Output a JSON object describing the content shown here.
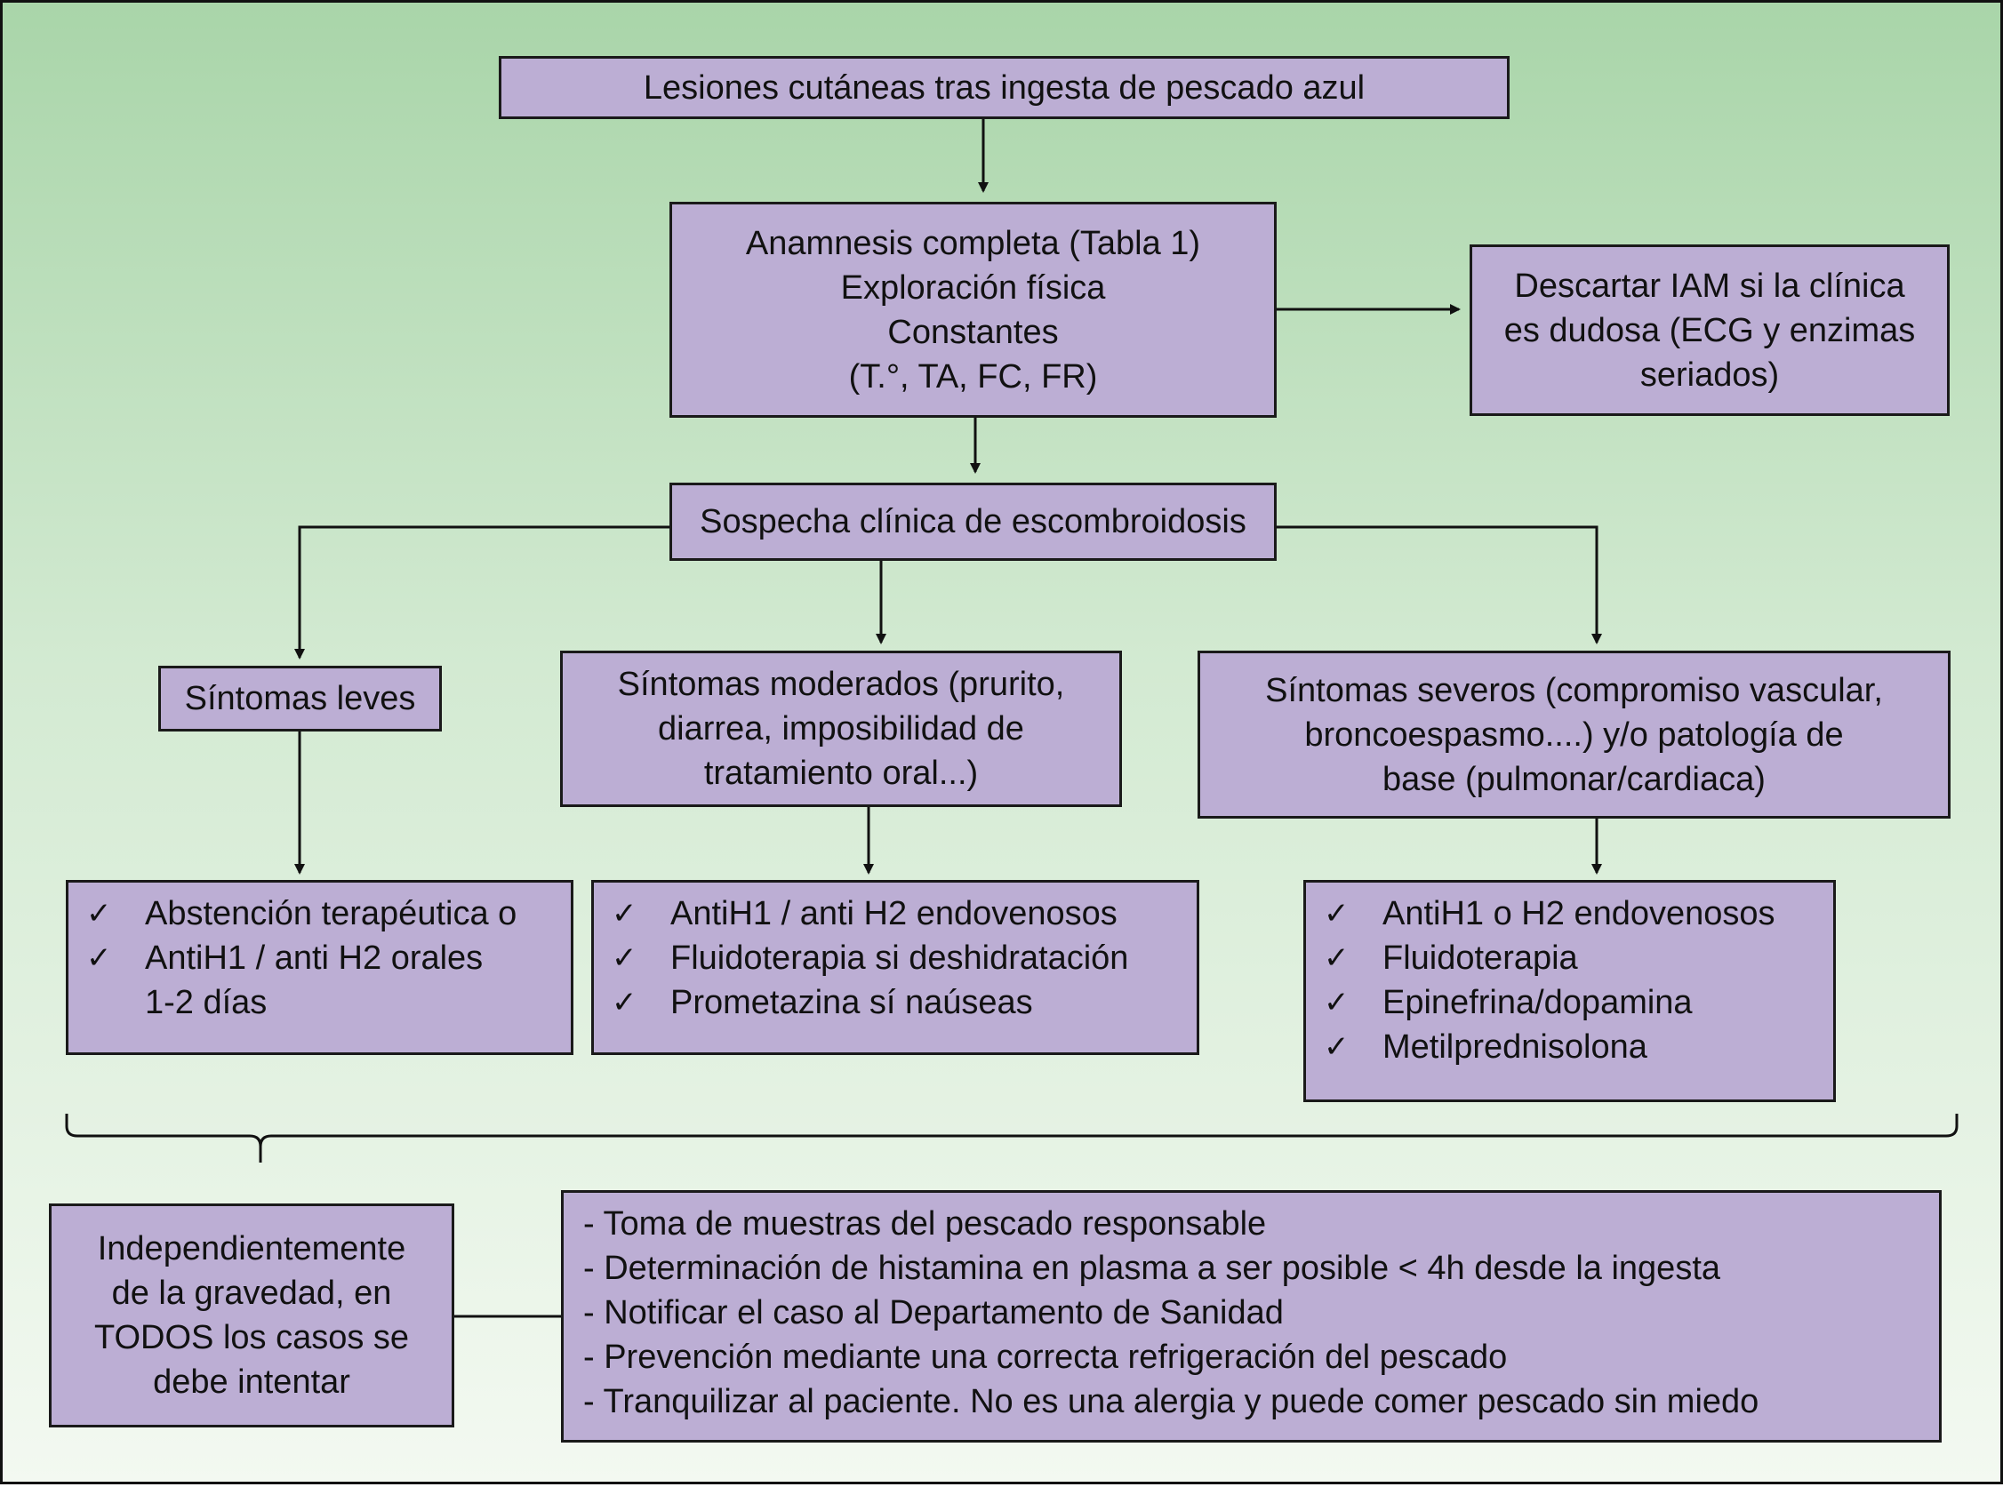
{
  "nodes": {
    "top": "Lesiones cutáneas tras ingesta de pescado azul",
    "anamnesis": [
      "Anamnesis completa (Tabla 1)",
      "Exploración física",
      "Constantes",
      "(T.°, TA, FC, FR)"
    ],
    "iam": [
      "Descartar IAM si la clínica",
      "es dudosa (ECG y enzimas",
      "seriados)"
    ],
    "sospecha": "Sospecha clínica de escombroidosis",
    "leves": "Síntomas leves",
    "moderados": [
      "Síntomas moderados (prurito,",
      "diarrea, imposibilidad de",
      "tratamiento oral...)"
    ],
    "severos": [
      "Síntomas severos (compromiso vascular,",
      "broncoespasmo....) y/o patología de",
      "base (pulmonar/cardiaca)"
    ],
    "treat_leves": {
      "items": [
        "Abstención terapéutica o",
        "AntiH1 / anti H2 orales"
      ],
      "continuation": "1-2 días"
    },
    "treat_moderados": [
      "AntiH1 / anti H2 endovenosos",
      "Fluidoterapia si deshidratación",
      "Prometazina sí naúseas"
    ],
    "treat_severos": [
      "AntiH1 o H2 endovenosos",
      "Fluidoterapia",
      "Epinefrina/dopamina",
      "Metilprednisolona"
    ],
    "todos": [
      "Independientemente",
      "de la gravedad, en",
      "TODOS los casos se",
      "debe intentar"
    ],
    "medidas": [
      "- Toma de muestras del pescado responsable",
      "- Determinación de histamina en plasma a ser posible < 4h desde la ingesta",
      "- Notificar el caso al Departamento de Sanidad",
      "- Prevención mediante una correcta refrigeración del pescado",
      "- Tranquilizar al paciente. No es una alergia y puede comer pescado sin miedo"
    ],
    "check_glyph": "✓"
  },
  "colors": {
    "box_fill": "#bcaed4",
    "border": "#1a1a1a",
    "bg_top": "#a9d5a9",
    "bg_bottom": "#f3f9f1"
  }
}
